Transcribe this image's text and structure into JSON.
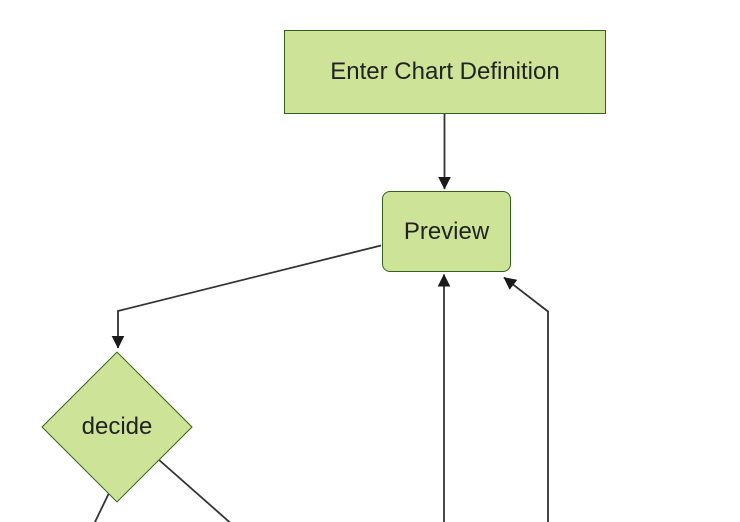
{
  "diagram": {
    "type": "flowchart-top-down",
    "colors": {
      "background": "#ffffff",
      "node_fill": "#cde498",
      "node_border": "#33611d",
      "edge": "#333333",
      "arrowhead": "#1a1a1a",
      "text": "#222222"
    },
    "nodes": [
      {
        "id": "enter-chart-definition",
        "label": "Enter Chart Definition",
        "shape": "rectangle"
      },
      {
        "id": "preview",
        "label": "Preview",
        "shape": "rounded-rectangle"
      },
      {
        "id": "decide",
        "label": "decide",
        "shape": "diamond"
      }
    ],
    "edges": [
      {
        "from": "enter-chart-definition",
        "to": "preview",
        "arrowhead": true
      },
      {
        "from": "preview",
        "to": "decide",
        "arrowhead": true
      },
      {
        "from": "decide",
        "to": "offscreen-bottom-left",
        "arrowhead": false
      },
      {
        "from": "decide",
        "to": "offscreen-bottom-right",
        "arrowhead": false
      },
      {
        "from": "offscreen-bottom-center",
        "to": "preview",
        "arrowhead": true
      },
      {
        "from": "offscreen-bottom-right",
        "to": "preview",
        "arrowhead": true
      }
    ]
  }
}
